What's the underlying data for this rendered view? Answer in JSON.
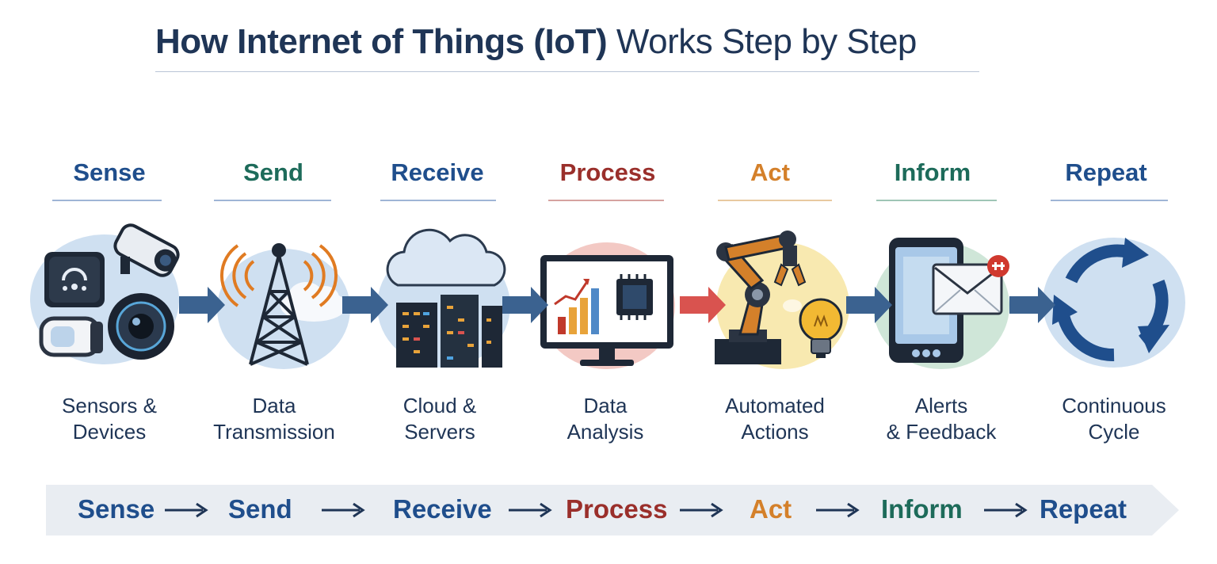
{
  "title": {
    "bold": "How Internet of Things (IoT)",
    "light": "Works Step by Step"
  },
  "colors": {
    "navy": "#1f3556",
    "blue": "#1f4e8c",
    "green": "#1d6b5a",
    "red": "#9a2f2b",
    "orange": "#d4802a",
    "arrow": "#3b6290"
  },
  "steps": [
    {
      "heading": "Sense",
      "caption_line1": "Sensors &",
      "caption_line2": "Devices",
      "icon": "sensor-devices-icon"
    },
    {
      "heading": "Send",
      "caption_line1": "Data",
      "caption_line2": "Transmission",
      "icon": "transmission-tower-icon"
    },
    {
      "heading": "Receive",
      "caption_line1": "Cloud &",
      "caption_line2": "Servers",
      "icon": "cloud-servers-icon"
    },
    {
      "heading": "Process",
      "caption_line1": "Data",
      "caption_line2": "Analysis",
      "icon": "data-analysis-monitor-icon"
    },
    {
      "heading": "Act",
      "caption_line1": "Automated",
      "caption_line2": "Actions",
      "icon": "robot-arm-icon"
    },
    {
      "heading": "Inform",
      "caption_line1": "Alerts",
      "caption_line2": "& Feedback",
      "icon": "phone-alert-icon"
    },
    {
      "heading": "Repeat",
      "caption_line1": "Continuous",
      "caption_line2": "Cycle",
      "icon": "cycle-arrows-icon"
    }
  ],
  "flow": [
    "Sense",
    "Send",
    "Receive",
    "Process",
    "Act",
    "Inform",
    "Repeat"
  ]
}
